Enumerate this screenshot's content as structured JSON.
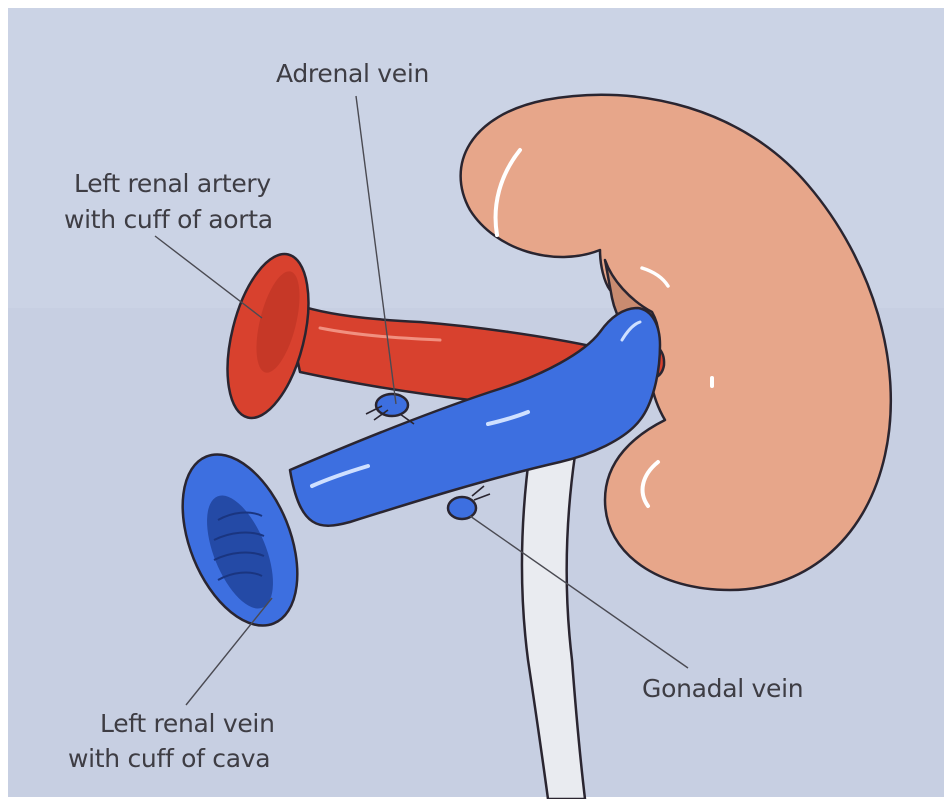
{
  "labels": {
    "adrenal_vein": "Adrenal vein",
    "left_renal_artery_line1": "Left renal artery",
    "left_renal_artery_line2": "with cuff of aorta",
    "left_renal_vein_line1": "Left renal vein",
    "left_renal_vein_line2": "with cuff of cava",
    "gonadal_vein": "Gonadal vein"
  },
  "colors": {
    "background": "#c7cfe2",
    "kidney": "#e7a68a",
    "artery": "#d8412e",
    "vein": "#3d6fe0",
    "ureter": "#e9ebf0"
  }
}
